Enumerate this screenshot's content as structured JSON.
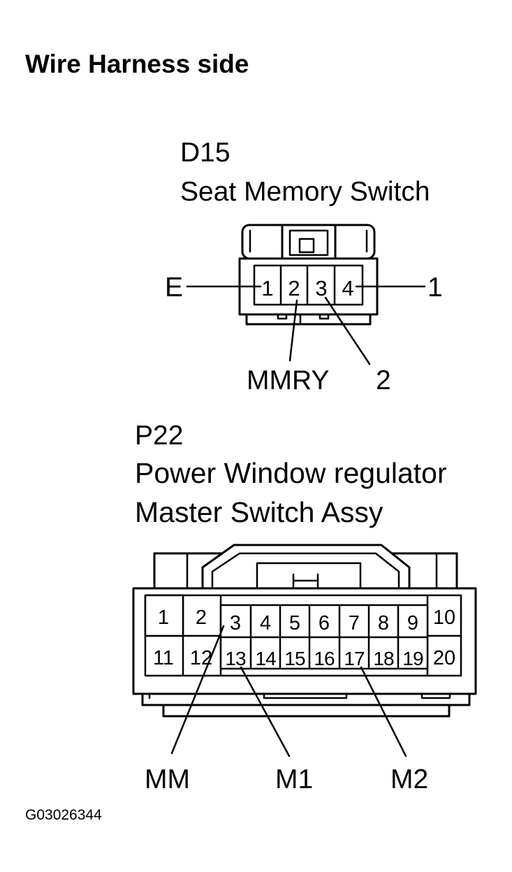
{
  "header": {
    "title": "Wire Harness side"
  },
  "connector_d15": {
    "code": "D15",
    "name": "Seat Memory Switch",
    "pins": [
      "1",
      "2",
      "3",
      "4"
    ],
    "labels": {
      "left": "E",
      "right": "1",
      "bottom_left": "MMRY",
      "bottom_right": "2"
    }
  },
  "connector_p22": {
    "code": "P22",
    "name_line1": "Power Window regulator",
    "name_line2": "Master Switch Assy",
    "pins_top": [
      "1",
      "2",
      "3",
      "4",
      "5",
      "6",
      "7",
      "8",
      "9",
      "10"
    ],
    "pins_bottom": [
      "11",
      "12",
      "13",
      "14",
      "15",
      "16",
      "17",
      "18",
      "19",
      "20"
    ],
    "labels": {
      "mm": "MM",
      "m1": "M1",
      "m2": "M2"
    }
  },
  "figure_id": "G03026344"
}
